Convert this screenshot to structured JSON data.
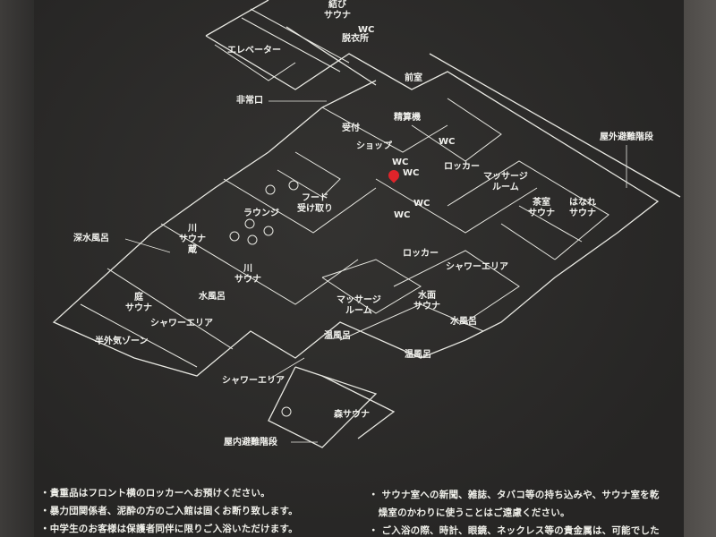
{
  "map": {
    "labels": {
      "musubi_sauna": "結び\nサウナ",
      "wc_top": "WC",
      "datsuijo": "脱衣所",
      "elevator": "エレベーター",
      "zenshitsu": "前室",
      "hijoguchi": "非常口",
      "seisanki": "精算機",
      "uketsuke": "受付",
      "shop": "ショップ",
      "wc_accessible": "WC",
      "wc_a": "WC",
      "wc_b": "WC",
      "wc_c": "WC",
      "wc_d": "WC",
      "locker_upper": "ロッカー",
      "massage_upper": "マッサージ\nルーム",
      "outdoor_stairs": "屋外避難階段",
      "food_pickup": "フード\n受け取り",
      "lounge": "ラウンジ",
      "kawa_sauna_kura": "川\nサウナ\n蔵",
      "chashitsu_sauna": "茶室\nサウナ",
      "hanare_sauna": "はなれ\nサウナ",
      "shinsui_buro": "深水風呂",
      "locker_lower": "ロッカー",
      "shower_right": "シャワーエリア",
      "kawa_sauna": "川\nサウナ",
      "niwa_sauna": "庭\nサウナ",
      "mizuburo_left": "水風呂",
      "massage_lower": "マッサージ\nルーム",
      "minamo_sauna": "水面\nサウナ",
      "shower_left": "シャワーエリア",
      "mizuburo_right": "水風呂",
      "onpuro_left": "温風呂",
      "hangaiki_zone": "半外気ゾーン",
      "onpuro_right": "温風呂",
      "shower_bottom": "シャワーエリア",
      "mori_sauna": "森サウナ",
      "indoor_stairs": "屋内避難階段"
    },
    "current_location_color": "#e0242a"
  },
  "notes": {
    "left": [
      "・貴重品はフロント横のロッカーへお預けください。",
      "・暴力団関係者、泥酔の方のご入館は固くお断り致します。",
      "・中学生のお客様は保護者同伴に限りご入浴いただけます。"
    ],
    "right": [
      "・ サウナ室への新聞、雑誌、タバコ等の持ち込みや、サウナ室を乾",
      "　燥室のかわりに使うことはご遠慮ください。",
      "・ ご入浴の際、時計、眼鏡、ネックレス等の貴金属は、可能でした"
    ]
  }
}
